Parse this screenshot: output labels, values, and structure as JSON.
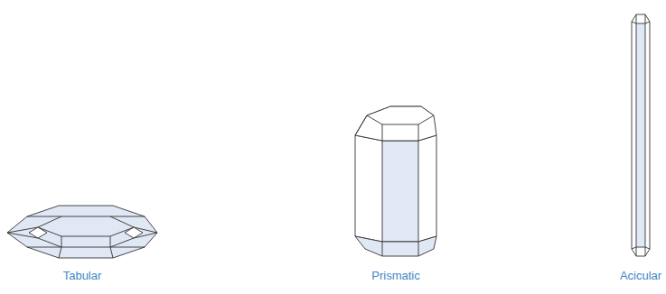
{
  "diagram": {
    "labels": [
      "Tabular",
      "Prismatic",
      "Acicular"
    ]
  }
}
